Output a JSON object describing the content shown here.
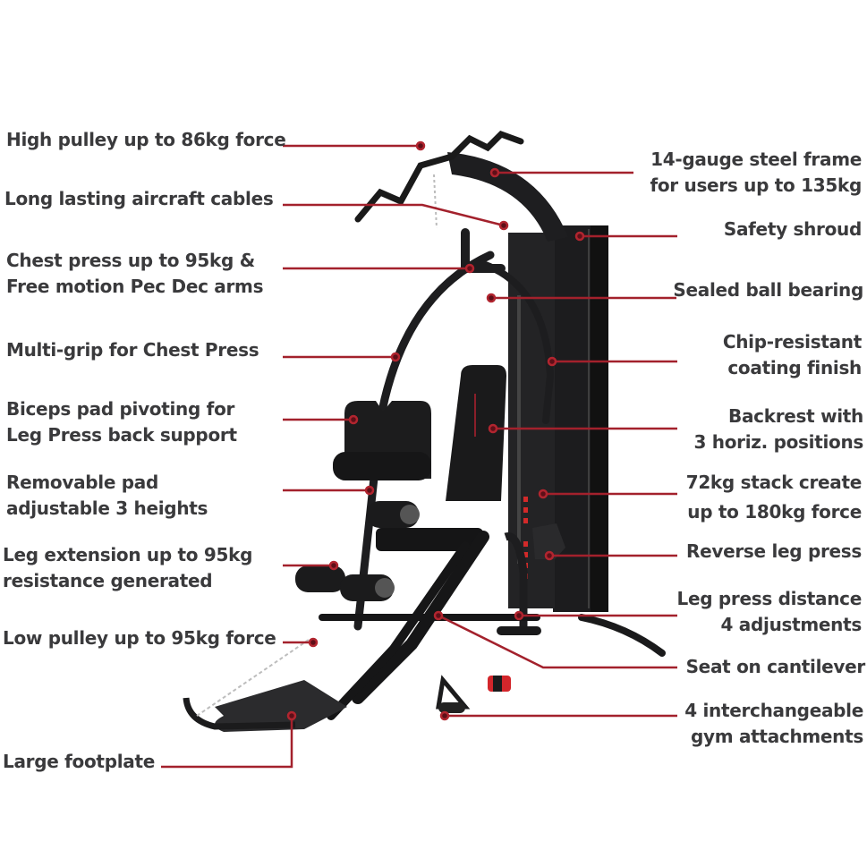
{
  "diagram": {
    "type": "product-feature-callouts",
    "subject": "multi-station home gym machine",
    "callout_color": "#a3212c",
    "left_callouts": [
      {
        "lines": [
          "High pulley up to 86kg force"
        ]
      },
      {
        "lines": [
          "Long lasting aircraft cables"
        ]
      },
      {
        "lines": [
          "Chest press up to 95kg &",
          "Free motion Pec Dec arms"
        ]
      },
      {
        "lines": [
          "Multi-grip for Chest Press"
        ]
      },
      {
        "lines": [
          "Biceps pad pivoting for",
          "Leg Press back support"
        ]
      },
      {
        "lines": [
          "Removable pad",
          "adjustable 3 heights"
        ]
      },
      {
        "lines": [
          "Leg extension up to 95kg",
          "resistance generated"
        ]
      },
      {
        "lines": [
          "Low pulley up to 95kg force"
        ]
      },
      {
        "lines": [
          "Large footplate"
        ]
      }
    ],
    "right_callouts": [
      {
        "lines": [
          "14-gauge steel frame",
          "for users up to 135kg"
        ]
      },
      {
        "lines": [
          "Safety shroud"
        ]
      },
      {
        "lines": [
          "Sealed ball bearing"
        ]
      },
      {
        "lines": [
          "Chip-resistant",
          "coating finish"
        ]
      },
      {
        "lines": [
          "Backrest with",
          "3 horiz. positions"
        ]
      },
      {
        "lines": [
          "72kg stack create",
          "up to 180kg force"
        ]
      },
      {
        "lines": [
          "Reverse leg press"
        ]
      },
      {
        "lines": [
          "Leg press distance",
          "4 adjustments"
        ]
      },
      {
        "lines": [
          "Seat on cantilever"
        ]
      },
      {
        "lines": [
          "4 interchangeable",
          "gym attachments"
        ]
      }
    ]
  }
}
